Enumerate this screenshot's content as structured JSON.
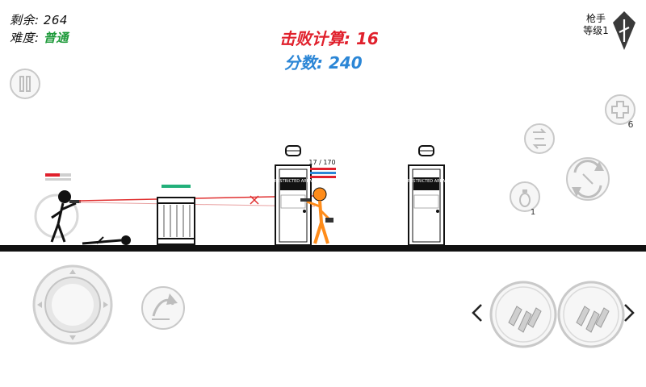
{
  "hud": {
    "remaining_label": "剩余:",
    "remaining_value": "264",
    "difficulty_label": "难度:",
    "difficulty_value": "普通",
    "kills_label": "击败计算:",
    "kills_value": "16",
    "score_label": "分数:",
    "score_value": "240",
    "rank_title": "枪手",
    "rank_level": "等级1"
  },
  "enemy": {
    "health_readout": "17 / 170"
  },
  "door_sign_text": "RESTRICTED AREA",
  "controls": {
    "medkit_count": "6",
    "grenade_count": "1"
  },
  "colors": {
    "accent_red": "#e0202c",
    "accent_blue": "#2b86d6",
    "difficulty_green": "#1e9a3a",
    "enemy_orange": "#ff8c1a",
    "laser_red": "#e03030"
  },
  "icons": {
    "pause": "pause-icon",
    "rank": "rank-badge-icon",
    "medkit": "medkit-plus-icon",
    "swap": "swap-weapon-icon",
    "grenade": "grenade-icon",
    "reload": "reload-icon",
    "jump": "jump-icon",
    "fire": "bullets-icon",
    "prev": "chevron-left-icon",
    "next": "chevron-right-icon"
  }
}
